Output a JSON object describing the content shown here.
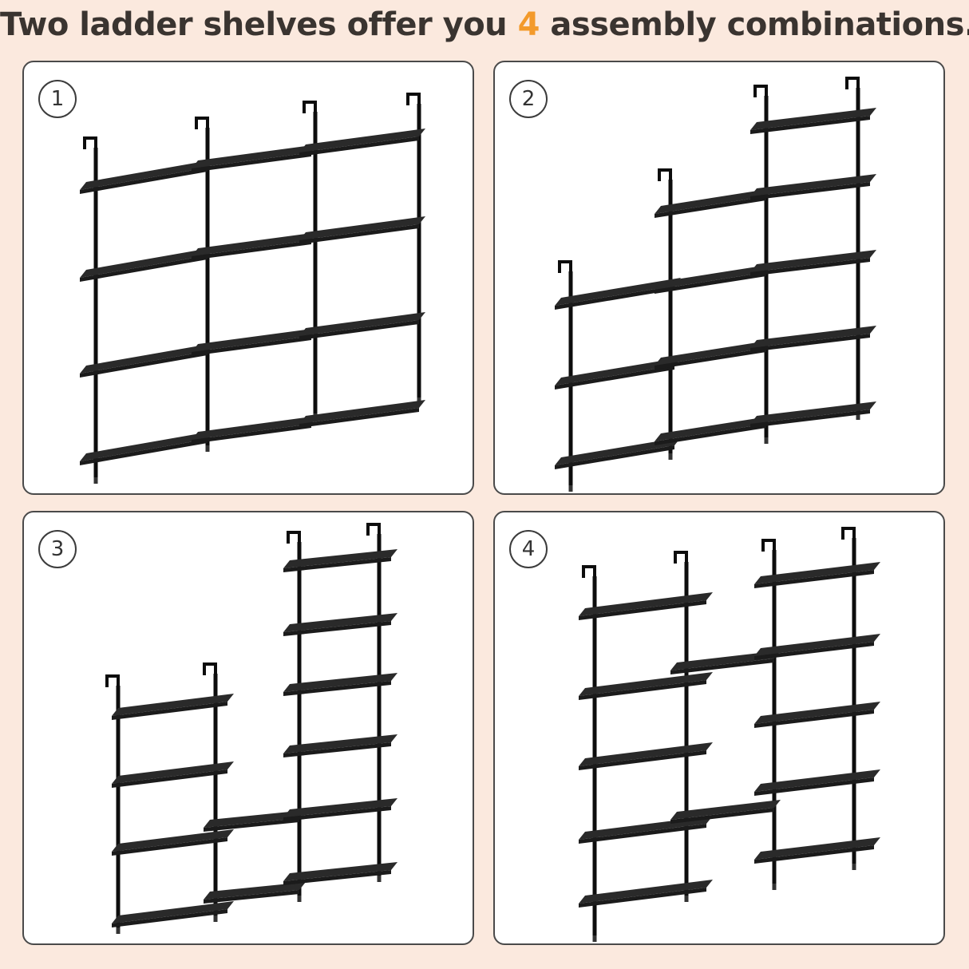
{
  "headline": {
    "before": "Two ladder shelves offer you ",
    "accent": "4",
    "after": " assembly combinations."
  },
  "colors": {
    "background": "#fbe9de",
    "accent": "#f39a2b",
    "shelf": "#1b1b1b",
    "frame": "#0d0d0d"
  },
  "panels": [
    {
      "number": "1"
    },
    {
      "number": "2"
    },
    {
      "number": "3"
    },
    {
      "number": "4"
    }
  ]
}
